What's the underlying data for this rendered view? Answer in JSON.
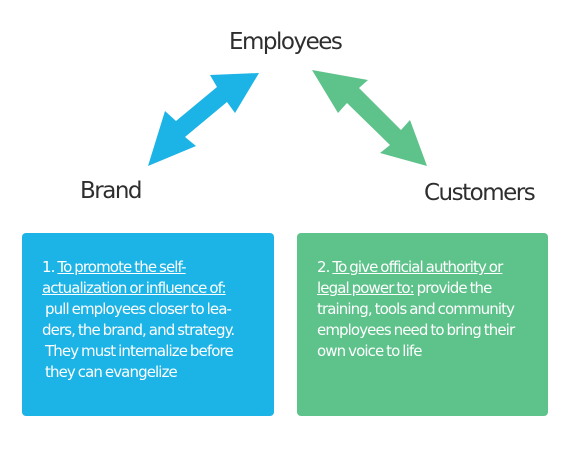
{
  "nodes": {
    "employees": "Employees",
    "brand": "Brand",
    "customers": "Customers"
  },
  "colors": {
    "left_arrow": "#1cb3e6",
    "right_arrow": "#5ec28b",
    "left_card": "#1cb3e6",
    "right_card": "#5ec28b",
    "label_text": "#2e2e2e",
    "card_text": "#ffffff"
  },
  "cards": {
    "left": {
      "number": "1.",
      "heading_line1": "To promote the self-",
      "heading_line2": "actualization or influence of:",
      "body_lines": [
        "pull employees closer to lea-",
        "ders, the brand, and strategy.",
        "They must internalize before",
        "they can evangelize"
      ]
    },
    "right": {
      "number": "2.",
      "heading_line1": "To give official authority or",
      "heading_line2": "legal power to:",
      "heading_tail": " provide the",
      "body_lines": [
        "training, tools and community",
        "employees need to bring their",
        "own voice to life"
      ]
    }
  }
}
